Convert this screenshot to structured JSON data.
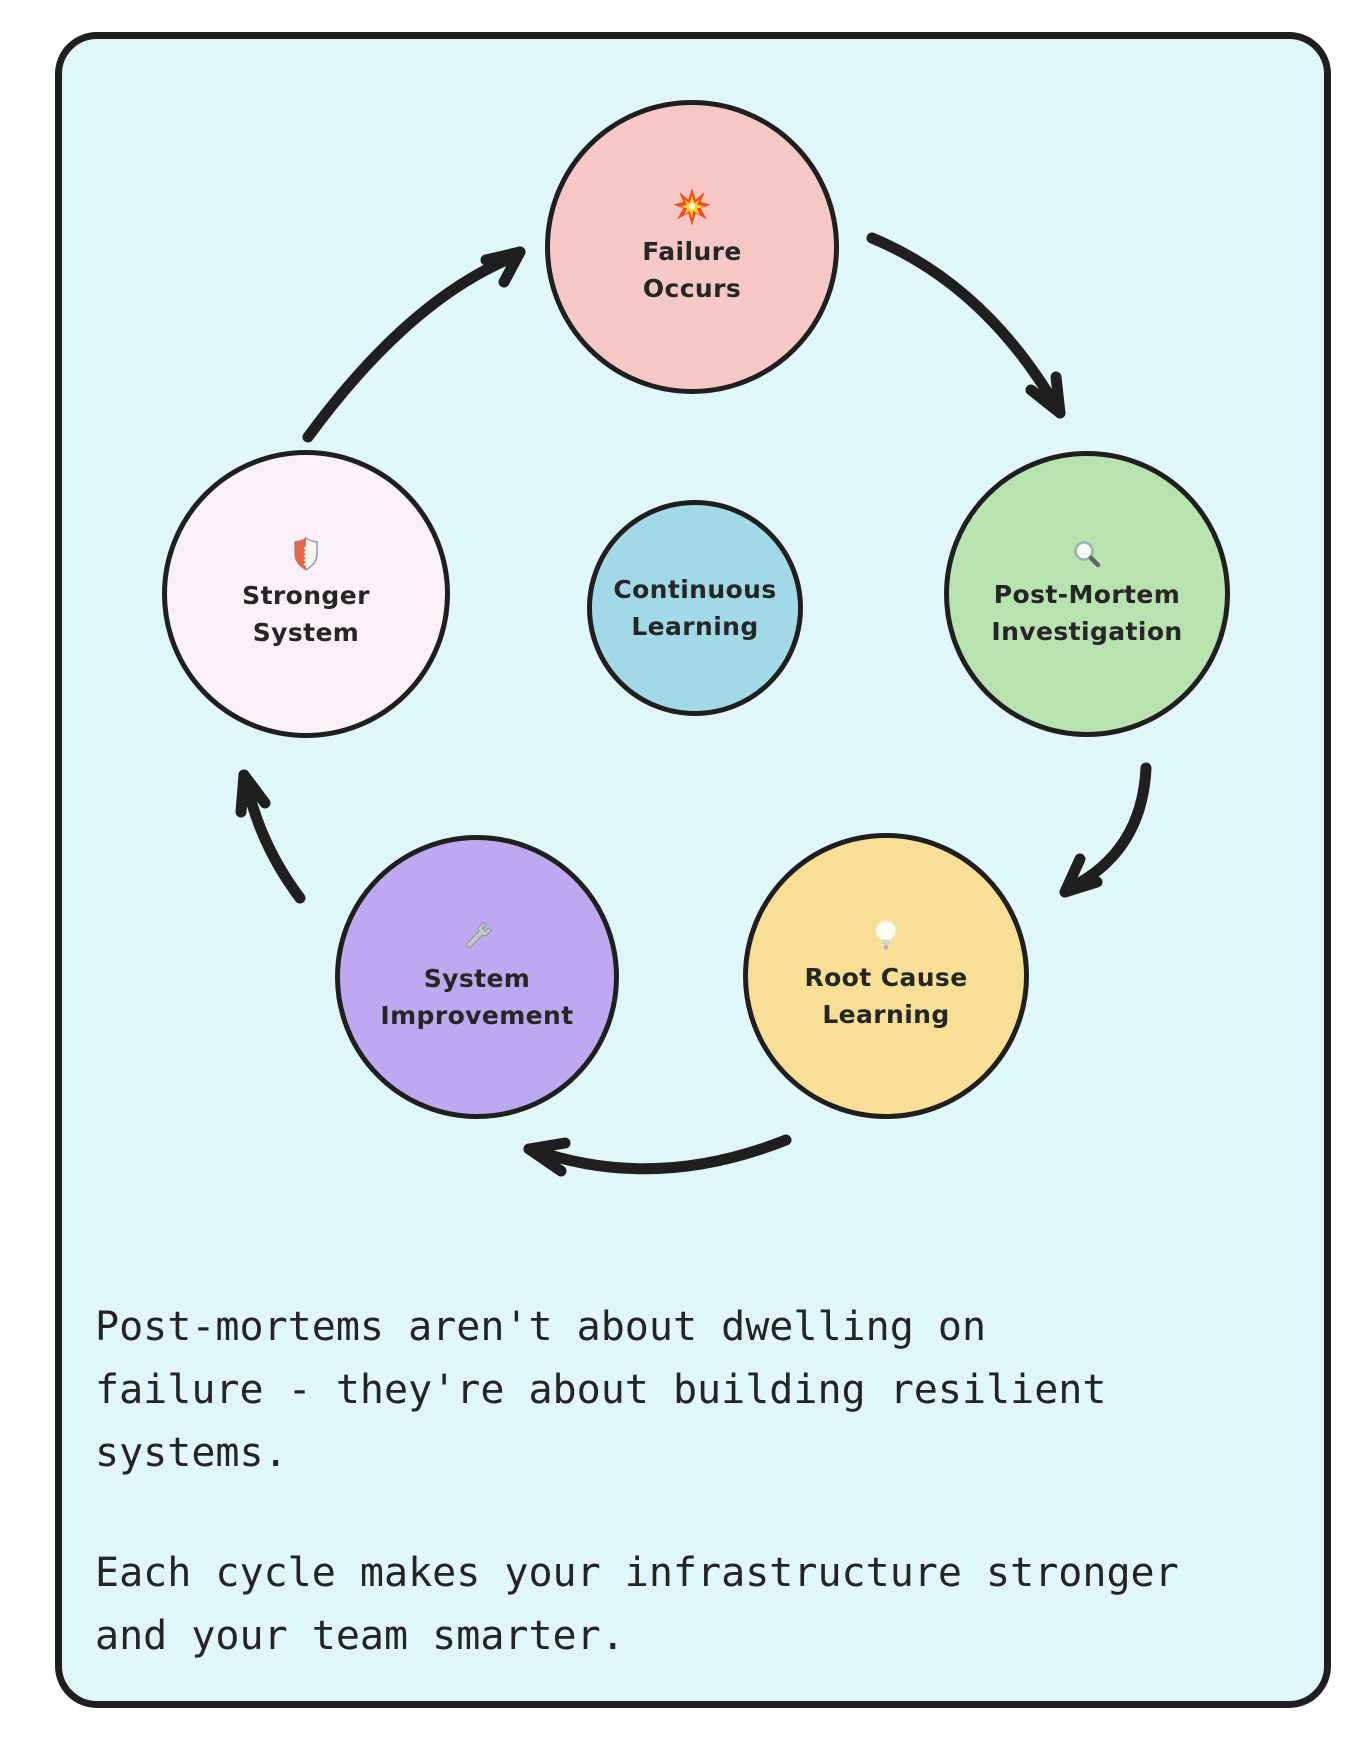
{
  "diagram": {
    "background_color": "#e1f6f9",
    "ink_color": "#1f1f1f",
    "nodes": [
      {
        "id": "failure-occurs",
        "label": "Failure\nOccurs",
        "icon": "explosion-icon",
        "color": "#f6c8c5"
      },
      {
        "id": "post-mortem-investigation",
        "label": "Post-Mortem\nInvestigation",
        "icon": "magnifier-icon",
        "color": "#b8e3b0"
      },
      {
        "id": "root-cause-learning",
        "label": "Root Cause\nLearning",
        "icon": "lightbulb-icon",
        "color": "#f7e095"
      },
      {
        "id": "system-improvement",
        "label": "System\nImprovement",
        "icon": "wrench-icon",
        "color": "#bda9f0"
      },
      {
        "id": "stronger-system",
        "label": "Stronger\nSystem",
        "icon": "shield-icon",
        "color": "#f9f0f8"
      },
      {
        "id": "continuous-learning",
        "label": "Continuous\nLearning",
        "icon": "",
        "color": "#a2d9e6"
      }
    ]
  },
  "caption": {
    "paragraph1": "Post-mortems aren't about dwelling on\nfailure - they're about building resilient\nsystems.",
    "paragraph2": "Each cycle makes your infrastructure stronger\nand your team smarter."
  }
}
